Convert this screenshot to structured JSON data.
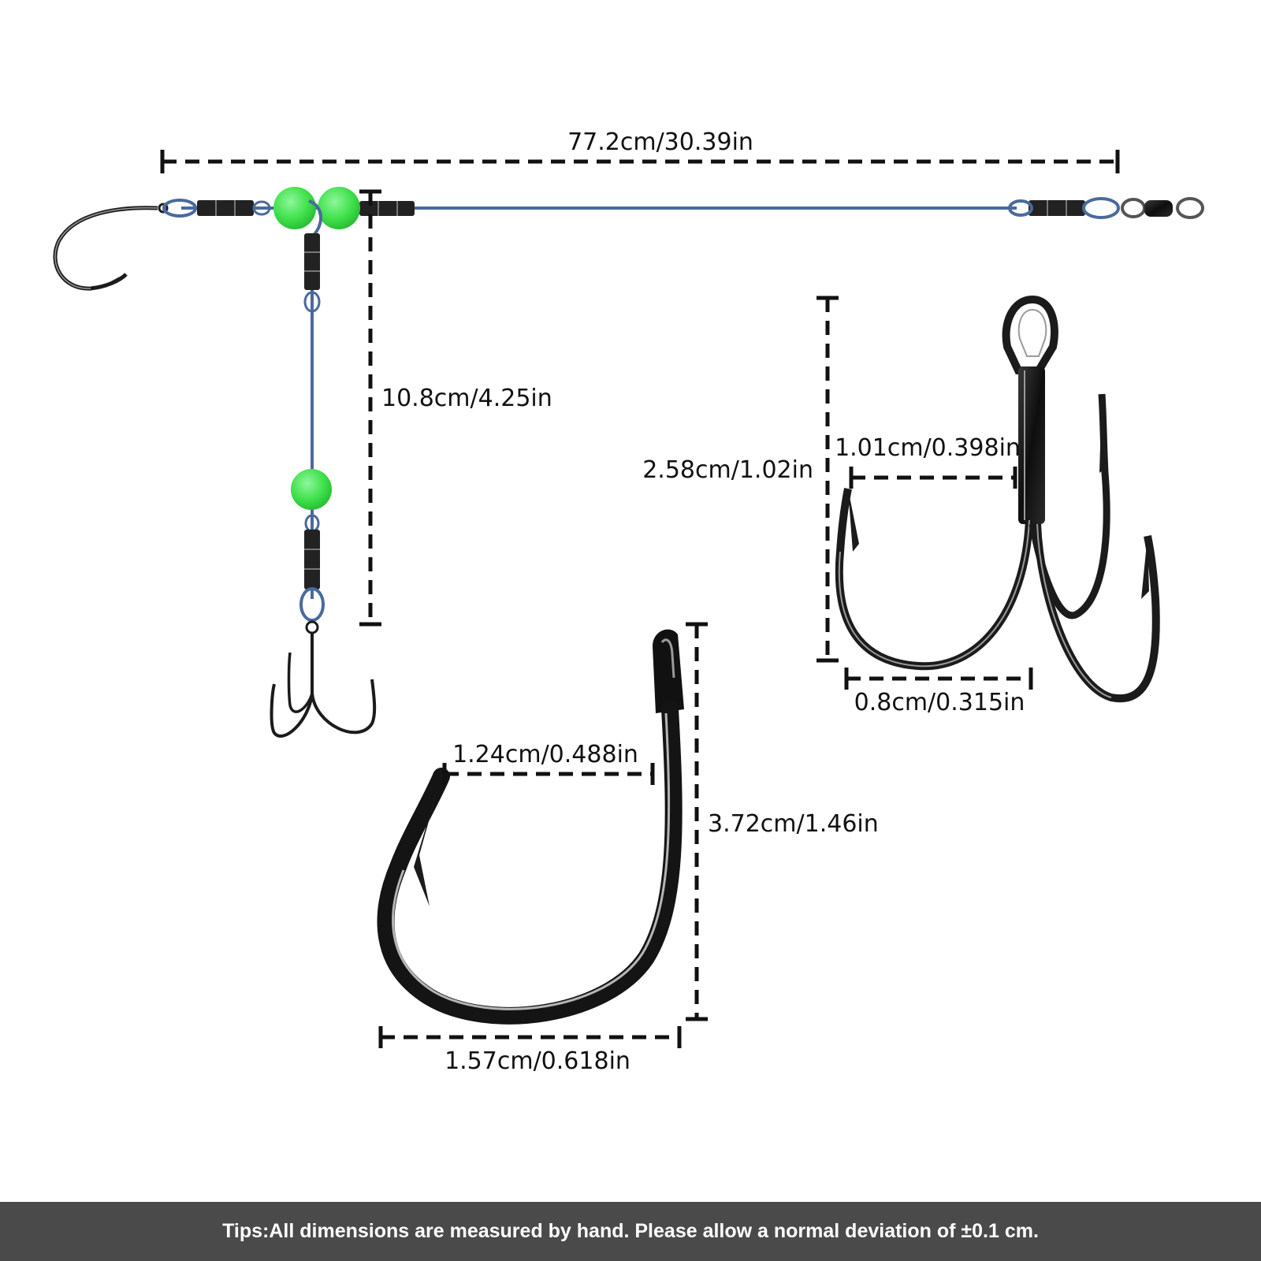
{
  "colors": {
    "leader_line": "#4a6a9c",
    "bead": "#3ee04a",
    "sleeve": "#222222",
    "hook_metal": "#1b1b1b",
    "hook_highlight": "#9a9a9a",
    "dimension_line": "#111111",
    "tips_bar_bg": "#4a4a4a",
    "tips_text": "#ffffff"
  },
  "icons": [
    "circle-hook-icon",
    "treble-hook-icon",
    "swivel-icon",
    "bead-icon",
    "crimp-sleeve-icon"
  ],
  "dimensions": {
    "overall_length": "77.2cm/30.39in",
    "dropper_length": "10.8cm/4.25in",
    "treble_height": "2.58cm/1.02in",
    "treble_gap": "1.01cm/0.398in",
    "treble_width": "0.8cm/0.315in",
    "single_gap": "1.24cm/0.488in",
    "single_height": "3.72cm/1.46in",
    "single_width": "1.57cm/0.618in"
  },
  "tips": "Tips:All dimensions are measured by hand. Please allow a normal deviation of ±0.1 cm."
}
